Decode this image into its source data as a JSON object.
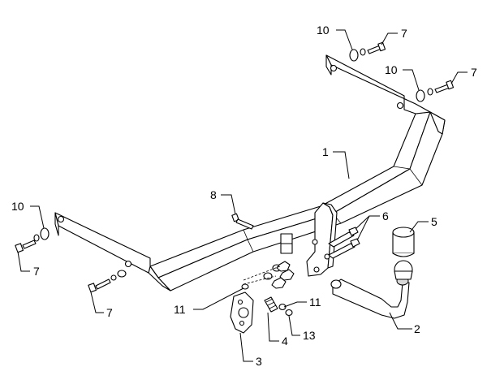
{
  "callouts": {
    "c1": "1",
    "c2": "2",
    "c3": "3",
    "c4": "4",
    "c5": "5",
    "c6": "6",
    "c7_top": "7",
    "c7_right": "7",
    "c7_left": "7",
    "c7_bottom": "7",
    "c8": "8",
    "c10_top": "10",
    "c10_right": "10",
    "c10_left": "10",
    "c11_left": "11",
    "c11_right": "11",
    "c13": "13"
  }
}
